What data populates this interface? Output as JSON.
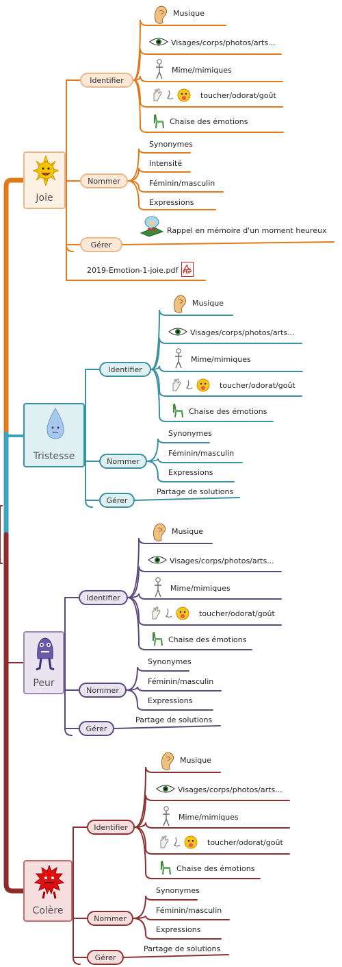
{
  "colors": {
    "joie": "#e07a1b",
    "tristesse": "#3a8fa0",
    "peur": "#5a4a7a",
    "colere": "#8a3030",
    "trunk_blue": "#3aa3bd",
    "trunk_red": "#8e2c2c",
    "pill_joie_bg": "#fbe8d6",
    "pill_tristesse_bg": "#dff0f3",
    "pill_peur_bg": "#e9e4f0",
    "pill_colere_bg": "#f6dede"
  },
  "joie": {
    "title": "Joie",
    "identifier": "Identifier",
    "nommer": "Nommer",
    "gerer": "Gérer",
    "id_items": [
      "Musique",
      "Visages/corps/photos/arts...",
      "Mime/mimiques",
      "toucher/odorat/goût",
      "Chaise des émotions"
    ],
    "nom_items": [
      "Synonymes",
      "Intensité",
      "Féminin/masculin",
      "Expressions"
    ],
    "gerer_item": "Rappel en mémoire d'un moment heureux",
    "file": "2019-Emotion-1-joie.pdf",
    "pdf_label": "PDF"
  },
  "tristesse": {
    "title": "Tristesse",
    "identifier": "Identifier",
    "nommer": "Nommer",
    "gerer": "Gérer",
    "id_items": [
      "Musique",
      "Visages/corps/photos/arts...",
      "Mime/mimiques",
      "toucher/odorat/goût",
      "Chaise des émotions"
    ],
    "nom_items": [
      "Synonymes",
      "Féminin/masculin",
      "Expressions"
    ],
    "gerer_item": "Partage de solutions"
  },
  "peur": {
    "title": "Peur",
    "identifier": "Identifier",
    "nommer": "Nommer",
    "gerer": "Gérer",
    "id_items": [
      "Musique",
      "Visages/corps/photos/arts...",
      "Mime/mimiques",
      "toucher/odorat/goût",
      "Chaise des émotions"
    ],
    "nom_items": [
      "Synonymes",
      "Féminin/masculin",
      "Expressions"
    ],
    "gerer_item": "Partage de solutions"
  },
  "colere": {
    "title": "Colère",
    "identifier": "Identifier",
    "nommer": "Nommer",
    "gerer": "Gérer",
    "id_items": [
      "Musique",
      "Visages/corps/photos/arts...",
      "Mime/mimiques",
      "toucher/odorat/goût",
      "Chaise des émotions"
    ],
    "nom_items": [
      "Synonymes",
      "Féminin/masculin",
      "Expressions"
    ],
    "gerer_item": "Partage de solutions"
  }
}
